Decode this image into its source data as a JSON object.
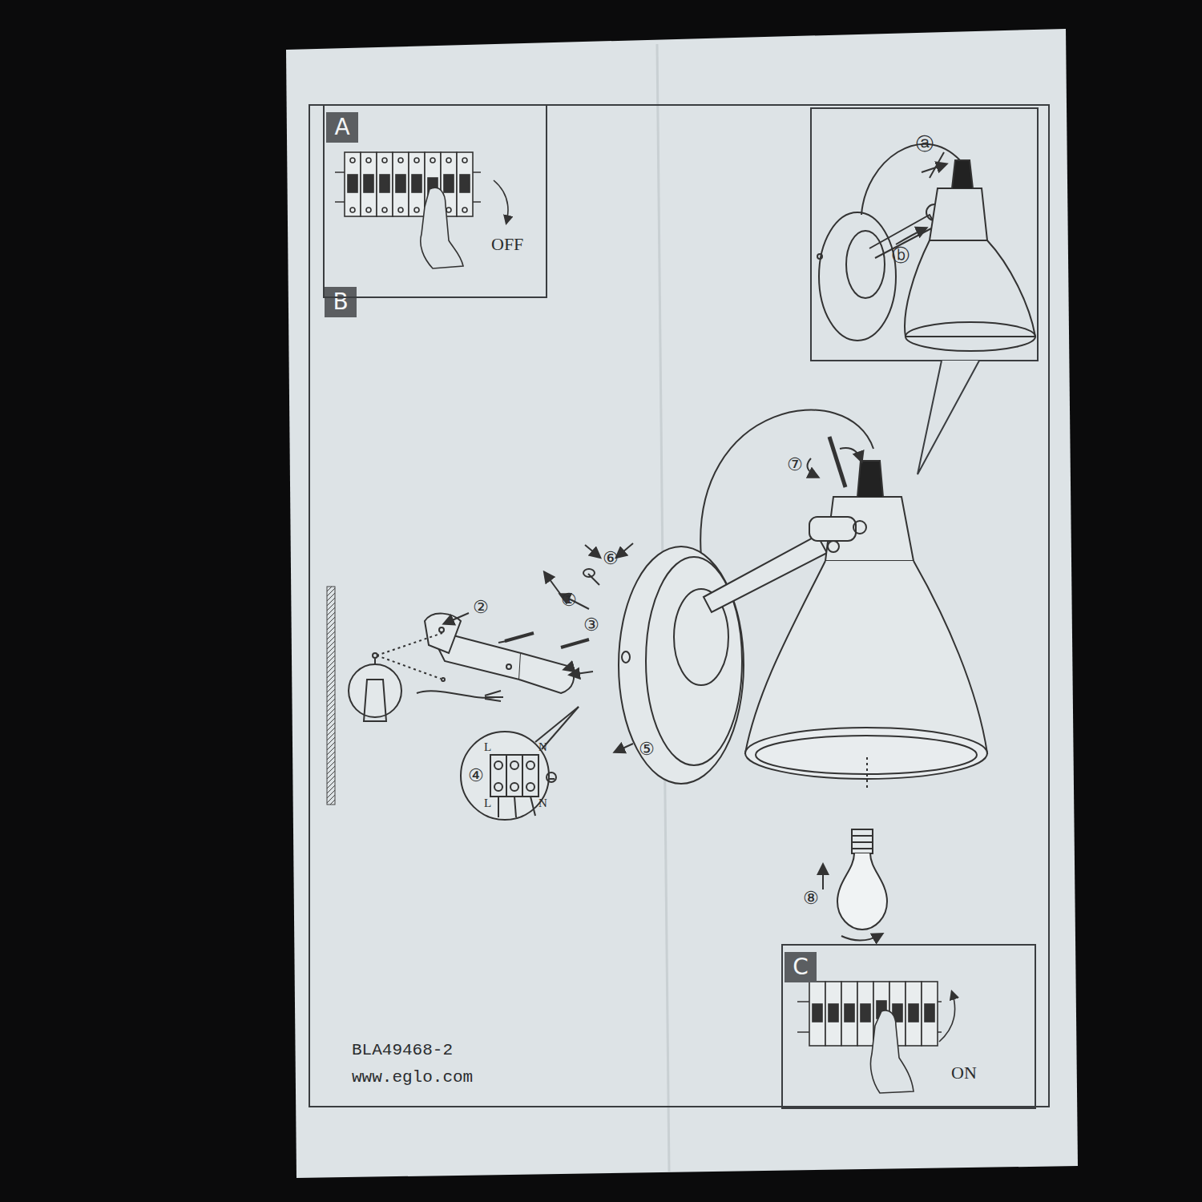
{
  "diagram": {
    "nodes": [
      {
        "text": [
          "B",
          "BLA49468-2",
          "www.eglo.com"
        ]
      },
      {
        "text": [
          "A",
          "OFF"
        ],
        "in": 0
      },
      {
        "text": [
          "C",
          "ON"
        ],
        "in": 0
      }
    ],
    "labels": [
      "ⓐ",
      "ⓑ",
      "⑦",
      "⑥",
      "①",
      "②",
      "③",
      "⑤",
      "④",
      "L",
      "N",
      "L",
      "N",
      "⑧"
    ]
  }
}
